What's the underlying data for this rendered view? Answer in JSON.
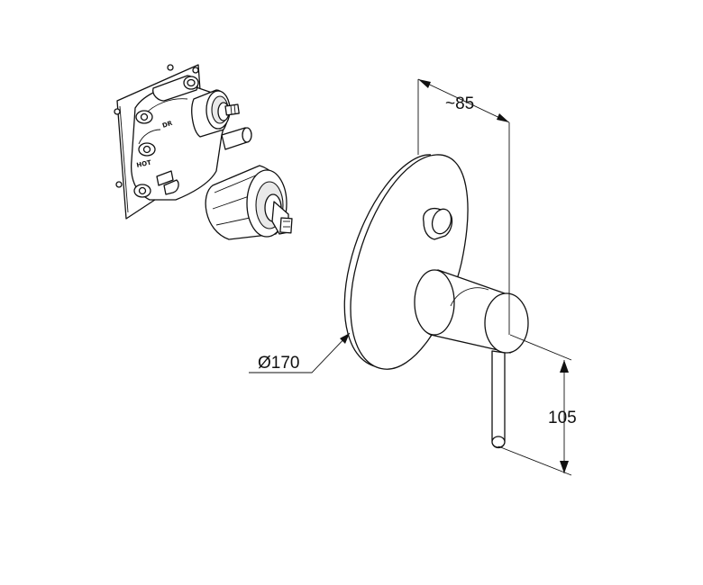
{
  "dimensions": {
    "depth": "~85",
    "diameter": "Ø170",
    "height": "105"
  },
  "valve_labels": {
    "diverter": "DR",
    "hot": "HOT"
  }
}
